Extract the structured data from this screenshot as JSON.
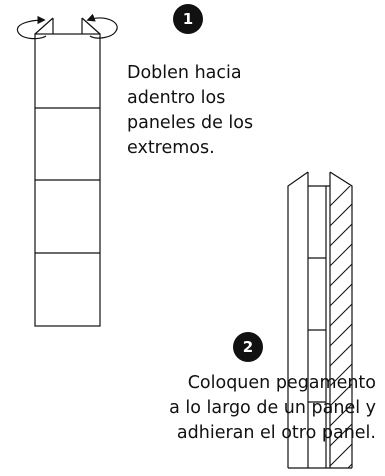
{
  "steps": [
    {
      "number": "1",
      "lines": [
        "Doblen hacia",
        "adentro los",
        "paneles de los",
        "extremos."
      ]
    },
    {
      "number": "2",
      "lines": [
        "Coloquen pegamento",
        "a lo largo de un panel y",
        "adhieran el otro panel."
      ]
    }
  ],
  "colors": {
    "ink": "#111111",
    "background": "#ffffff"
  }
}
